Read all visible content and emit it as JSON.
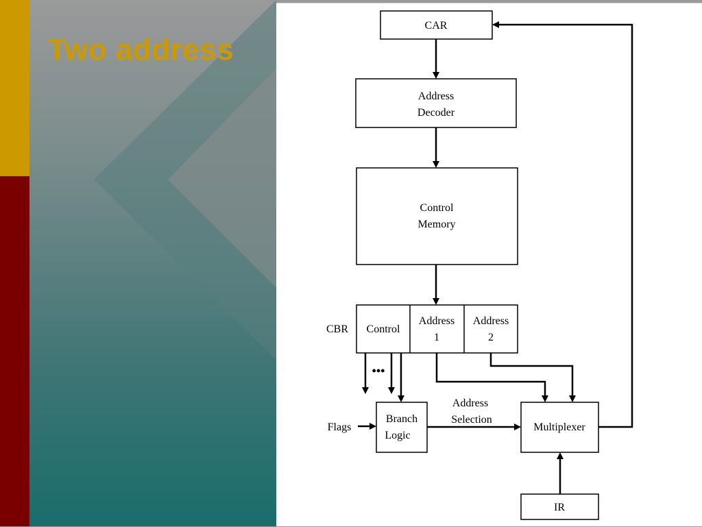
{
  "slide": {
    "title": "Two address",
    "colors": {
      "gold": "#cc9a00",
      "dark_red": "#7a0000",
      "teal": "#196d6b",
      "gray": "#9a9a9a"
    }
  },
  "diagram": {
    "car": "CAR",
    "address_decoder": [
      "Address",
      "Decoder"
    ],
    "control_memory": [
      "Control",
      "Memory"
    ],
    "cbr_label": "CBR",
    "cbr_control": "Control",
    "cbr_address1": [
      "Address",
      "1"
    ],
    "cbr_address2": [
      "Address",
      "2"
    ],
    "ellipsis": "•••",
    "flags": "Flags",
    "branch_logic": [
      "Branch",
      "Logic"
    ],
    "address_selection": [
      "Address",
      "Selection"
    ],
    "multiplexer": "Multiplexer",
    "ir": "IR"
  }
}
